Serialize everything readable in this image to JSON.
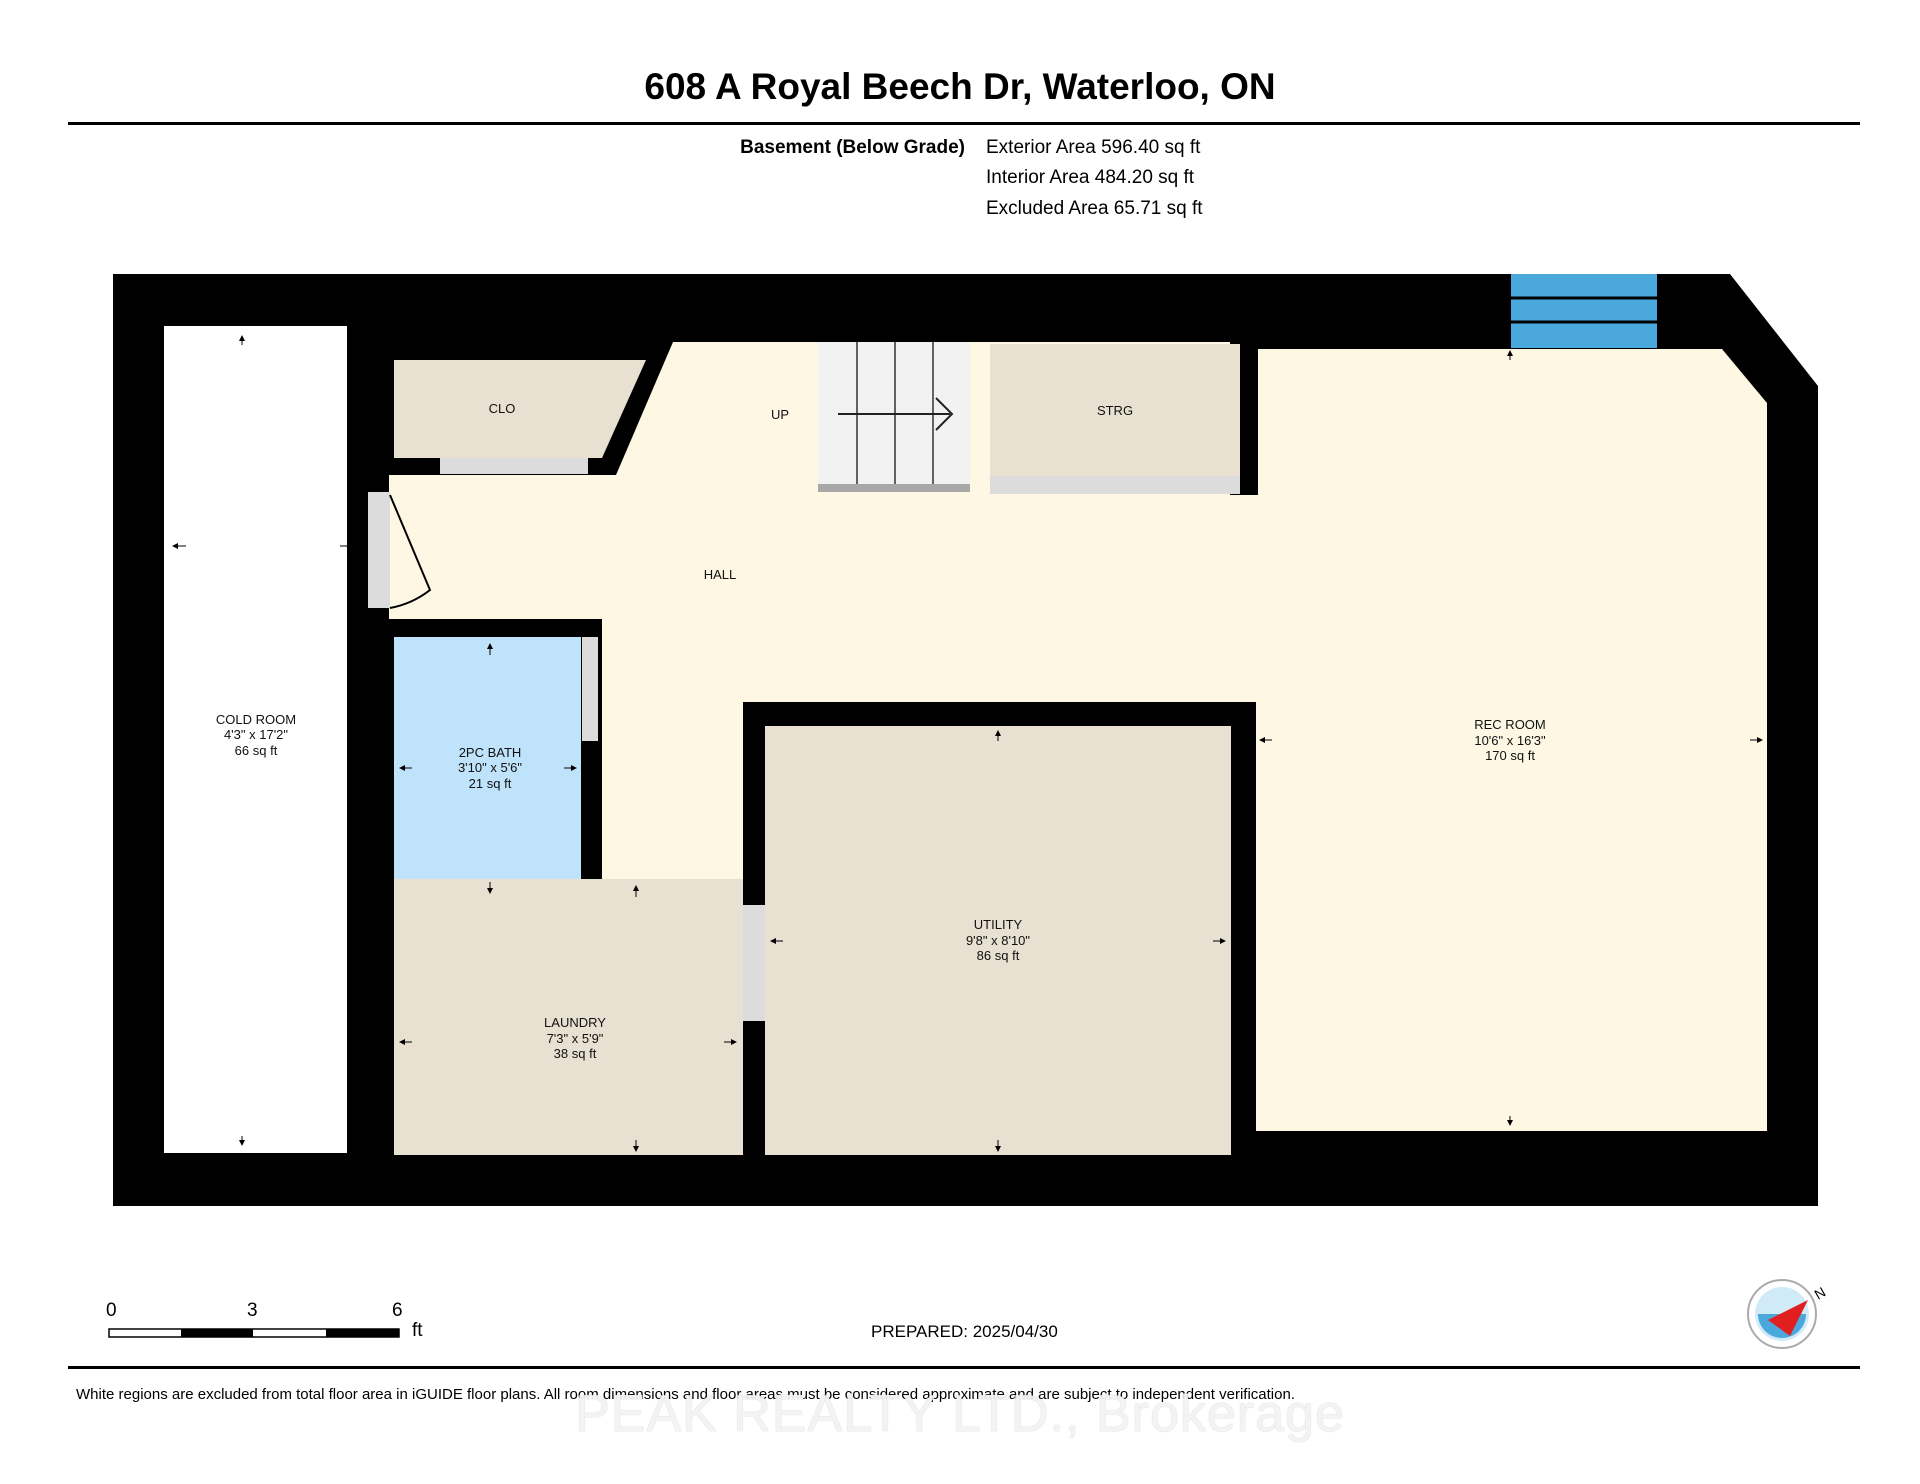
{
  "header": {
    "title": "608 A Royal Beech Dr, Waterloo, ON",
    "level_label": "Basement (Below Grade)",
    "areas": [
      "Exterior Area 596.40 sq ft",
      "Interior Area 484.20 sq ft",
      "Excluded Area 65.71 sq ft"
    ]
  },
  "rooms": {
    "cold_room": {
      "name": "COLD ROOM",
      "dims": "4'3\" x 17'2\"",
      "area": "66 sq ft"
    },
    "clo": {
      "name": "CLO"
    },
    "up": {
      "name": "UP"
    },
    "strg": {
      "name": "STRG"
    },
    "hall": {
      "name": "HALL"
    },
    "bath": {
      "name": "2PC BATH",
      "dims": "3'10\" x 5'6\"",
      "area": "21 sq ft"
    },
    "laundry": {
      "name": "LAUNDRY",
      "dims": "7'3\" x 5'9\"",
      "area": "38 sq ft"
    },
    "utility": {
      "name": "UTILITY",
      "dims": "9'8\" x 8'10\"",
      "area": "86 sq ft"
    },
    "rec_room": {
      "name": "REC ROOM",
      "dims": "10'6\" x 16'3\"",
      "area": "170 sq ft"
    }
  },
  "scale_bar": {
    "ticks": [
      "0",
      "3",
      "6"
    ],
    "unit": "ft"
  },
  "prepared": "PREPARED: 2025/04/30",
  "compass": {
    "north_label": "N"
  },
  "footer": "White regions are excluded from total floor area in iGUIDE floor plans. All room dimensions and floor areas must be considered approximate and are subject to independent verification.",
  "watermark": "PEAK REALTY LTD., Brokerage",
  "colors": {
    "wall": "#000000",
    "hall": "#fdf7e4",
    "room_tan": "#e8e0d0",
    "bath": "#bfe3fa",
    "window": "#4aa8dd",
    "door": "#dcdcdc"
  }
}
